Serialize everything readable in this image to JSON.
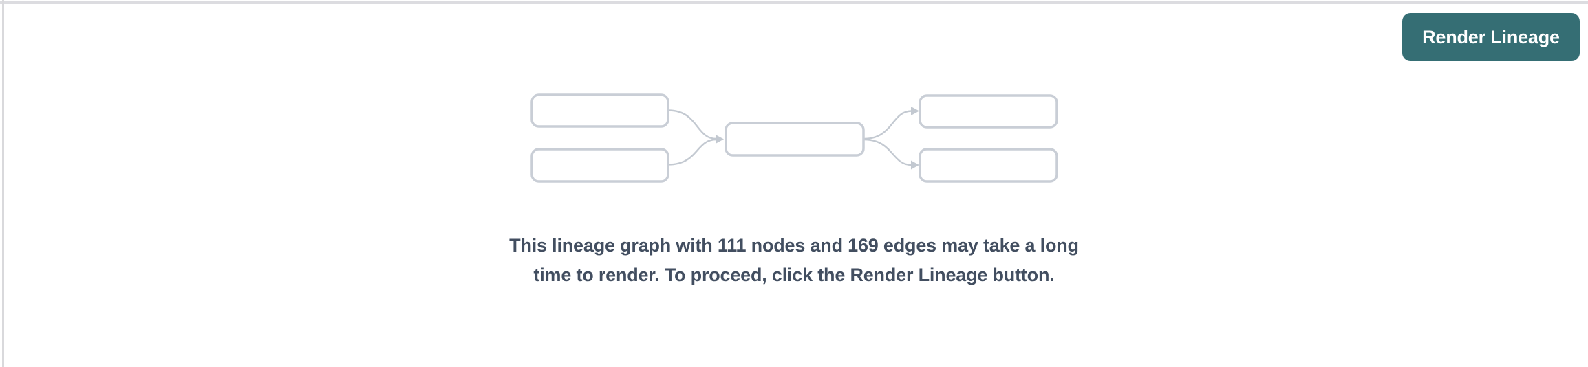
{
  "colors": {
    "page-bg": "#ffffff",
    "top-divider": "#dcdce0",
    "left-divider": "#d9d9dc",
    "button-bg": "#356e74",
    "button-text": "#ffffff",
    "message-text": "#424e60",
    "node-border": "#c9ced6",
    "edge-line": "#c3c9d1"
  },
  "header": {
    "render_button_label": "Render Lineage"
  },
  "empty_state": {
    "message": "This lineage graph with 111 nodes and 169 edges may take a long time to render. To proceed, click the Render Lineage button.",
    "node_count": "111",
    "edge_count": "169",
    "illustration": {
      "nodes": 5,
      "edges": 4,
      "layout": "two upstream boxes feeding one center box feeding two downstream boxes"
    }
  }
}
